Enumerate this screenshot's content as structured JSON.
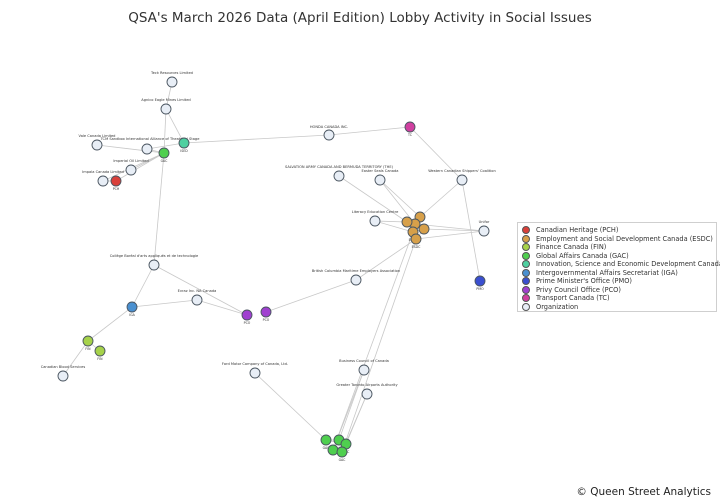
{
  "title": "QSA's March 2026 Data (April Edition) Lobby Activity in Social Issues",
  "copyright": "© Queen Street Analytics",
  "legend": [
    {
      "label": "Canadian Heritage (PCH)",
      "color": "#d9403a"
    },
    {
      "label": "Employment and Social Development Canada (ESDC)",
      "color": "#d7a04a"
    },
    {
      "label": "Finance Canada (FIN)",
      "color": "#a6d24a"
    },
    {
      "label": "Global Affairs Canada (GAC)",
      "color": "#4fcf4f"
    },
    {
      "label": "Innovation, Science and Economic Development Canada (ISED)",
      "color": "#4fd0a0"
    },
    {
      "label": "Intergovernmental Affairs Secretariat (IGA)",
      "color": "#4a90d0"
    },
    {
      "label": "Prime Minister's Office (PMO)",
      "color": "#3a4fd0"
    },
    {
      "label": "Privy Council Office (PCO)",
      "color": "#a040d0"
    },
    {
      "label": "Transport Canada (TC)",
      "color": "#d040a0"
    },
    {
      "label": "Organization",
      "color": "#e8eef6"
    }
  ],
  "nodes": [
    {
      "id": "teck",
      "label": "Teck Resources Limited",
      "type": "org"
    },
    {
      "id": "agnico",
      "label": "Agnico Eagle Mines Limited",
      "type": "org"
    },
    {
      "id": "vale",
      "label": "Vale Canada Limited",
      "type": "org"
    },
    {
      "id": "tcm",
      "label": "TCM Sandbox International Alliance of Theatrical Stage",
      "type": "org"
    },
    {
      "id": "imperial",
      "label": "Imperial Oil Limited",
      "type": "org"
    },
    {
      "id": "impala",
      "label": "Impala Canada Limited",
      "type": "org"
    },
    {
      "id": "honda",
      "label": "HONDA CANADA INC.",
      "type": "org"
    },
    {
      "id": "salvation",
      "label": "SALVATION ARMY CANADA AND BERMUDA TERRITORY (THE)",
      "type": "org"
    },
    {
      "id": "easter",
      "label": "Easter Seals Canada",
      "type": "org"
    },
    {
      "id": "wcsc",
      "label": "Western Canadian Shippers' Coalition",
      "type": "org"
    },
    {
      "id": "literacy",
      "label": "Literacy Education Centre",
      "type": "org"
    },
    {
      "id": "unifor",
      "label": "Unifor",
      "type": "org"
    },
    {
      "id": "bcmeu",
      "label": "British Columbia Maritime Employers Association",
      "type": "org"
    },
    {
      "id": "boreal",
      "label": "Collège Boréal d'arts appliqués et de technologie",
      "type": "org"
    },
    {
      "id": "evraz",
      "label": "Evraz Inc. NA Canada",
      "type": "org"
    },
    {
      "id": "cbs",
      "label": "Canadian Blood Services",
      "type": "org"
    },
    {
      "id": "ford",
      "label": "Ford Motor Company of Canada, Ltd.",
      "type": "org"
    },
    {
      "id": "bcc",
      "label": "Business Council of Canada",
      "type": "org"
    },
    {
      "id": "gtaa",
      "label": "Greater Toronto Airports Authority",
      "type": "org"
    },
    {
      "id": "pch",
      "label": "",
      "code": "PCH",
      "type": "dept",
      "dept": "PCH"
    },
    {
      "id": "ised1",
      "label": "",
      "code": "ISED",
      "type": "dept",
      "dept": "ISED"
    },
    {
      "id": "gac0",
      "label": "",
      "code": "GAC",
      "type": "dept",
      "dept": "GAC"
    },
    {
      "id": "tc",
      "label": "",
      "code": "TC",
      "type": "dept",
      "dept": "TC"
    },
    {
      "id": "pmo",
      "label": "",
      "code": "PMO",
      "type": "dept",
      "dept": "PMO"
    },
    {
      "id": "iga",
      "label": "",
      "code": "IGA",
      "type": "dept",
      "dept": "IGA"
    },
    {
      "id": "pco1",
      "label": "",
      "code": "PCO",
      "type": "dept",
      "dept": "PCO"
    },
    {
      "id": "pco2",
      "label": "",
      "code": "PCO",
      "type": "dept",
      "dept": "PCO"
    },
    {
      "id": "fin1",
      "label": "",
      "code": "FIN",
      "type": "dept",
      "dept": "FIN"
    },
    {
      "id": "fin2",
      "label": "",
      "code": "FIN",
      "type": "dept",
      "dept": "FIN"
    },
    {
      "id": "esdc1",
      "label": "",
      "code": "",
      "type": "dept",
      "dept": "ESDC"
    },
    {
      "id": "esdc2",
      "label": "",
      "code": "",
      "type": "dept",
      "dept": "ESDC"
    },
    {
      "id": "esdc3",
      "label": "",
      "code": "",
      "type": "dept",
      "dept": "ESDC"
    },
    {
      "id": "esdc4",
      "label": "",
      "code": "ESDC",
      "type": "dept",
      "dept": "ESDC"
    },
    {
      "id": "esdc5",
      "label": "",
      "code": "",
      "type": "dept",
      "dept": "ESDC"
    },
    {
      "id": "esdc6",
      "label": "",
      "code": "ESDC",
      "type": "dept",
      "dept": "ESDC"
    },
    {
      "id": "gac1",
      "label": "",
      "code": "GAC",
      "type": "dept",
      "dept": "GAC"
    },
    {
      "id": "gac2",
      "label": "",
      "code": "",
      "type": "dept",
      "dept": "GAC"
    },
    {
      "id": "gac3",
      "label": "",
      "code": "",
      "type": "dept",
      "dept": "GAC"
    },
    {
      "id": "gac4",
      "label": "",
      "code": "GAC",
      "type": "dept",
      "dept": "GAC"
    },
    {
      "id": "gac5",
      "label": "",
      "code": "GAC",
      "type": "dept",
      "dept": "GAC"
    }
  ],
  "edges": [
    [
      "teck",
      "agnico"
    ],
    [
      "agnico",
      "gac0"
    ],
    [
      "agnico",
      "ised1"
    ],
    [
      "vale",
      "gac0"
    ],
    [
      "tcm",
      "gac0"
    ],
    [
      "tcm",
      "ised1"
    ],
    [
      "imperial",
      "gac0"
    ],
    [
      "impala",
      "pch"
    ],
    [
      "impala",
      "gac0"
    ],
    [
      "gac0",
      "pch"
    ],
    [
      "ised1",
      "honda"
    ],
    [
      "honda",
      "tc"
    ],
    [
      "tc",
      "wcsc"
    ],
    [
      "wcsc",
      "pmo"
    ],
    [
      "wcsc",
      "esdc1"
    ],
    [
      "salvation",
      "esdc3"
    ],
    [
      "easter",
      "esdc2"
    ],
    [
      "easter",
      "esdc1"
    ],
    [
      "literacy",
      "esdc3"
    ],
    [
      "literacy",
      "esdc4"
    ],
    [
      "unifor",
      "esdc5"
    ],
    [
      "unifor",
      "esdc2"
    ],
    [
      "unifor",
      "esdc6"
    ],
    [
      "esdc1",
      "esdc2"
    ],
    [
      "esdc2",
      "esdc3"
    ],
    [
      "esdc3",
      "esdc4"
    ],
    [
      "esdc4",
      "esdc5"
    ],
    [
      "esdc5",
      "esdc6"
    ],
    [
      "esdc2",
      "esdc4"
    ],
    [
      "esdc3",
      "esdc5"
    ],
    [
      "esdc6",
      "bcmeu"
    ],
    [
      "bcmeu",
      "pco2"
    ],
    [
      "gac0",
      "boreal"
    ],
    [
      "boreal",
      "iga"
    ],
    [
      "boreal",
      "pco1"
    ],
    [
      "iga",
      "fin1"
    ],
    [
      "fin1",
      "fin2"
    ],
    [
      "fin1",
      "cbs"
    ],
    [
      "evraz",
      "pco1"
    ],
    [
      "evraz",
      "iga"
    ],
    [
      "ford",
      "gac1"
    ],
    [
      "bcc",
      "gac2"
    ],
    [
      "bcc",
      "gac3"
    ],
    [
      "gtaa",
      "gac4"
    ],
    [
      "gtaa",
      "gac5"
    ],
    [
      "esdc4",
      "gac3"
    ],
    [
      "esdc6",
      "gac5"
    ],
    [
      "gac1",
      "gac2"
    ],
    [
      "gac2",
      "gac3"
    ],
    [
      "gac3",
      "gac4"
    ],
    [
      "gac4",
      "gac5"
    ],
    [
      "gac1",
      "gac4"
    ]
  ]
}
